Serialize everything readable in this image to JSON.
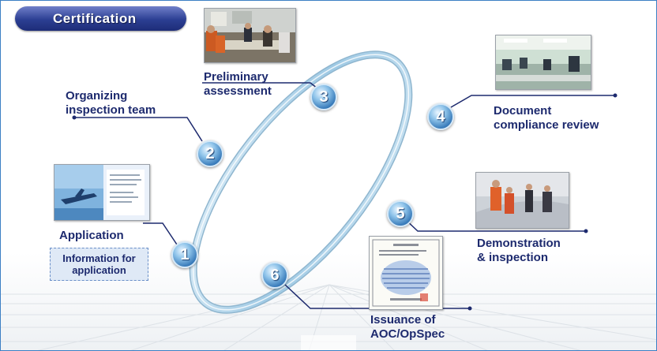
{
  "header": {
    "title": "Certification"
  },
  "steps": [
    {
      "number": "1",
      "label": "Application"
    },
    {
      "number": "2",
      "label": "Organizing\ninspection team"
    },
    {
      "number": "3",
      "label": "Preliminary\nassessment"
    },
    {
      "number": "4",
      "label": "Document\ncompliance review"
    },
    {
      "number": "5",
      "label": "Demonstration\n& inspection"
    },
    {
      "number": "6",
      "label": "Issuance of\nAOC/OpSpec"
    }
  ],
  "info_box": {
    "text": "Information for\napplication"
  },
  "colors": {
    "accent": "#1d2a6e",
    "ring": "#a9cfe6",
    "badge": "#3578b8",
    "header": "#2c3f93",
    "connector": "#1d2a6e"
  }
}
